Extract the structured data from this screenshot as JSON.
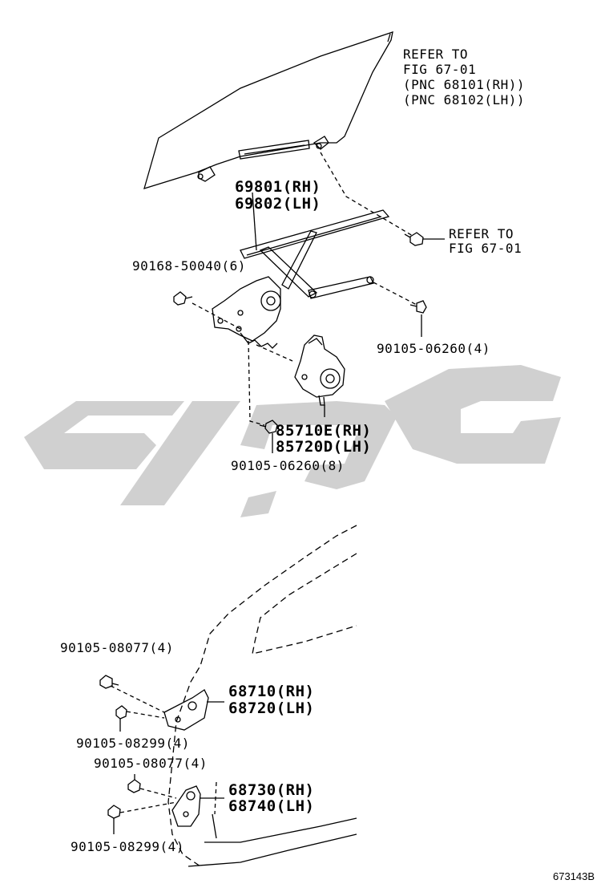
{
  "labels": {
    "refer_glass": [
      "REFER TO",
      "FIG 67-01",
      "(PNC 68101(RH))",
      "(PNC 68102(LH))"
    ],
    "regulator": [
      "69801(RH)",
      "69802(LH)"
    ],
    "refer_bolt": [
      "REFER TO",
      "FIG 67-01"
    ],
    "bolt_90168": "90168-50040(6)",
    "bolt_90105_06260_4": "90105-06260(4)",
    "motor": [
      "85710E(RH)",
      "85720D(LH)"
    ],
    "bolt_90105_06260_8": "90105-06260(8)",
    "bolt_08077_upper": "90105-08077(4)",
    "hinge_upper": [
      "68710(RH)",
      "68720(LH)"
    ],
    "bolt_08299_upper": "90105-08299(4)",
    "bolt_08077_lower": "90105-08077(4)",
    "hinge_lower": [
      "68730(RH)",
      "68740(LH)"
    ],
    "bolt_08299_lower": "90105-08299(4)",
    "drawing_code": "673143B"
  },
  "colors": {
    "line": "#000000",
    "watermark": "#c8c8c8",
    "background": "#ffffff"
  }
}
